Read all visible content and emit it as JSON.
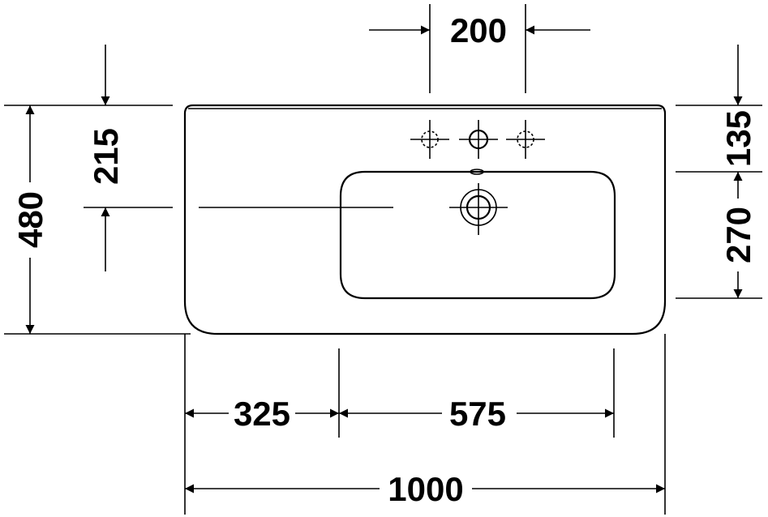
{
  "dimensions": {
    "tap_hole_spacing": "200",
    "top_to_bowl_center": "215",
    "overall_depth": "480",
    "top_to_bowl": "135",
    "bowl_depth": "270",
    "left_to_bowl": "325",
    "bowl_width": "575",
    "overall_width": "1000"
  },
  "colors": {
    "line": "#000000",
    "background": "#ffffff"
  }
}
